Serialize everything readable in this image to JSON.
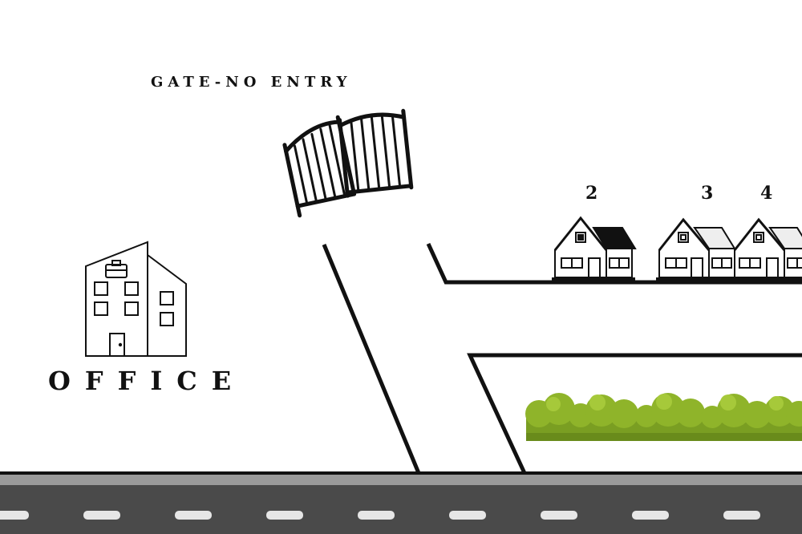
{
  "labels": {
    "gate": "GATE-NO ENTRY",
    "office": "OFFICE"
  },
  "houses": [
    {
      "number": "2",
      "roof": "black-roof"
    },
    {
      "number": "3",
      "roof": "light-roof"
    },
    {
      "number": "4",
      "roof": "light-roof"
    }
  ],
  "colors": {
    "road_asphalt": "#4a4a4a",
    "road_shoulder": "#9a9a9a",
    "lane_marking": "#e6e6e6",
    "hedge_dark": "#7a9e22",
    "hedge_light": "#98bf2f",
    "line": "#111111"
  },
  "icons": [
    "gate-icon",
    "office-building-icon",
    "briefcase-icon",
    "house-icon",
    "hedge-icon"
  ]
}
